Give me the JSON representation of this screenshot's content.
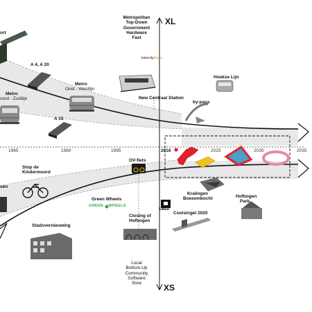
{
  "axis": {
    "top_label": "XL",
    "bottom_label": "XS",
    "top_desc": [
      "Metropolitan",
      "Top-Down",
      "Government",
      "Hardware",
      "Fast"
    ],
    "bottom_desc": [
      "Local",
      "Bottom-Up",
      "Community",
      "Software",
      "Slow"
    ]
  },
  "timeline": {
    "years": [
      "1965",
      "1980",
      "1995",
      "2016",
      "2025",
      "2035",
      "2035"
    ]
  },
  "upper_items": {
    "port": "ort",
    "a4": "A 4, A 20",
    "metro_east": {
      "title": "Metro",
      "sub": "Oost - Westlijn"
    },
    "metro_north": {
      "title": "Metro",
      "sub": "oord - Zuidlijn"
    },
    "a15": "A 15",
    "randstadrail_a": "Intercity",
    "randstadrail_b": "direct",
    "centraal": "New Centraal Station",
    "hoekse": "Hoekse Lijn",
    "bypass": "by-pass"
  },
  "lower_items": {
    "ovfiets": "OV-fiets",
    "stop": [
      "Stop de",
      "Kindermoord"
    ],
    "sen": "sen",
    "greenwheels_title": "Green Wheels",
    "greenwheels_logo_a": "GREEN",
    "greenwheels_logo_b": "WHEELS",
    "uber": "UBER",
    "closing": [
      "Closing of",
      "Hofbogen"
    ],
    "kralingen": [
      "Kralingen",
      "Boezembocht"
    ],
    "coolsingel": "Coolsingel 2020",
    "hofbogen_park": [
      "Hofbogen",
      "Park"
    ],
    "stadsvernieuwing": "Stadsvernieuwing"
  },
  "colors": {
    "band": "#e8e8e8",
    "line": "#111111",
    "accent_red": "#e4202a",
    "accent_yellow": "#f2c21a",
    "accent_pink": "#e58aa0",
    "accent_green": "#3aa64a",
    "accent_teal": "#4aa0c8",
    "accent_orange": "#e38a2a"
  },
  "icons": [
    "bicycle-icon",
    "bike-sign-icon",
    "uber-logo-icon",
    "train-icon",
    "tram-icon",
    "highway-icon",
    "building-icon",
    "bridge-icon"
  ]
}
